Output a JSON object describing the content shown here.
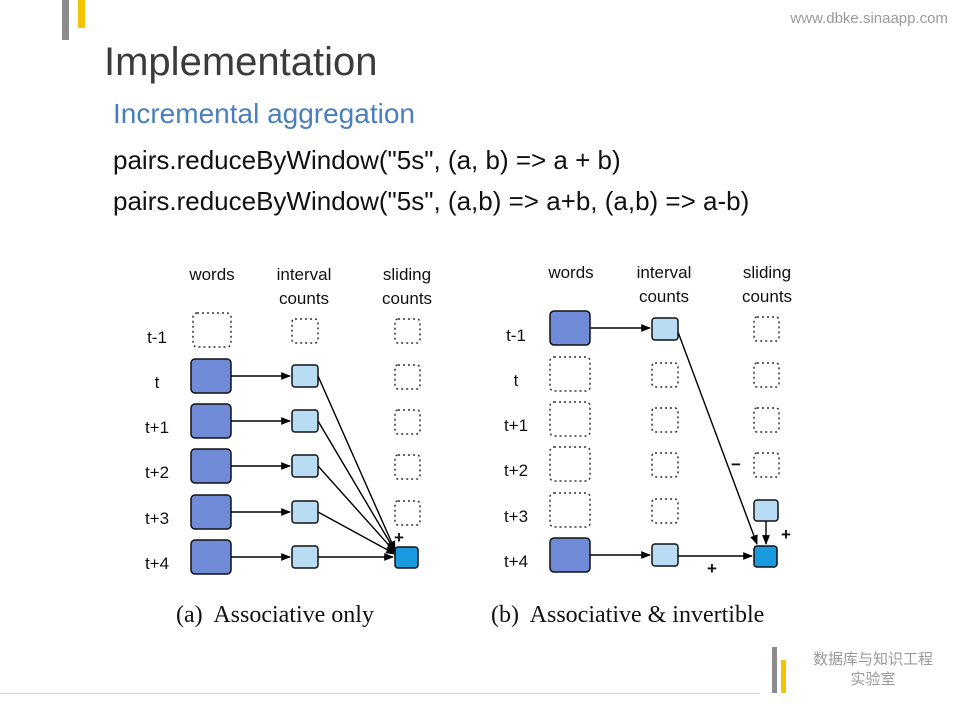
{
  "header": {
    "site": "www.dbke.sinaapp.com",
    "title": "Implementation",
    "subtitle": "Incremental aggregation",
    "code_lines": [
      "pairs.reduceByWindow(\"5s\", (a, b) => a + b)",
      "pairs.reduceByWindow(\"5s\", (a,b) => a+b, (a,b) => a-b)"
    ]
  },
  "diagram": {
    "columns": [
      "words",
      "interval",
      "counts",
      "sliding",
      "counts"
    ],
    "rows": [
      "t-1",
      "t",
      "t+1",
      "t+2",
      "t+3",
      "t+4"
    ],
    "caption_a": "(a)  Associative only",
    "caption_b": "(b)  Associative & invertible",
    "plus": "+",
    "minus": "−"
  },
  "footer": {
    "lab_line1": "数据库与知识工程",
    "lab_line2": "实验室"
  },
  "colors": {
    "accent_gray": "#8c8c8c",
    "accent_yellow": "#f5c400",
    "word_box": "#6f8bd8",
    "interval_box": "#b9dcf5",
    "sliding_box": "#1a9be0",
    "subtitle": "#4a7fbf"
  }
}
